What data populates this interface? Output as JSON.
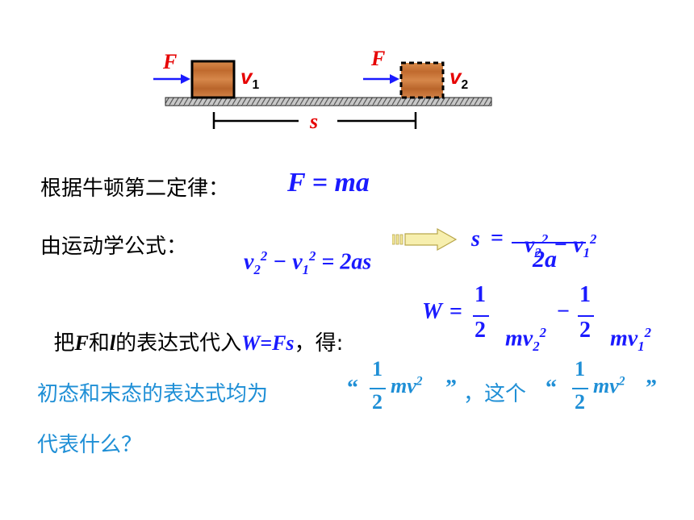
{
  "diagram": {
    "force_label_left": "F",
    "force_label_right": "F",
    "v1_label": "v",
    "v1_sub": "1",
    "v2_label": "v",
    "v2_sub": "2",
    "distance_label": "s"
  },
  "line1": {
    "text": "根据牛顿第二定律：",
    "formula": "F = ma"
  },
  "line2": {
    "text": "由运动学公式：",
    "lhs_v": "v",
    "lhs_sub2": "2",
    "lhs_sup2": "2",
    "minus": " − ",
    "lhs_v1": "v",
    "lhs_sub1": "1",
    "lhs_sup1": "2",
    "rhs": " = 2as",
    "result_s": "s",
    "result_eq": "=",
    "result_num_v2": "v",
    "result_num_sub2": "2",
    "result_num_sup2": "2",
    "result_num_minus": " − ",
    "result_num_v1": "v",
    "result_num_sub1": "1",
    "result_num_sup1": "2",
    "result_den": "2a"
  },
  "line3": {
    "text_a": "把",
    "F": "F",
    "text_b": "和",
    "l": "l",
    "text_c": "的表达式代入",
    "W_eq": "W=Fs",
    "text_d": "，得:",
    "W": "W",
    "eq": "=",
    "half": "1",
    "half_den": "2",
    "mv2": "mv",
    "mv2_sub": "2",
    "mv2_sup": "2",
    "minus": "−",
    "mv1": "mv",
    "mv1_sub": "1",
    "mv1_sup": "2"
  },
  "question": {
    "text_a": "初态和末态的表达式均为",
    "quote_open": "“",
    "quote_close": "”",
    "frac_num": "1",
    "frac_den": "2",
    "mv": "mv",
    "sup": "2",
    "text_b": "，这个",
    "text_c": "代表什么？"
  },
  "colors": {
    "red": "#e60000",
    "blue": "#1a1aff",
    "teal": "#1f8fd6",
    "wood": "#c8763a"
  }
}
